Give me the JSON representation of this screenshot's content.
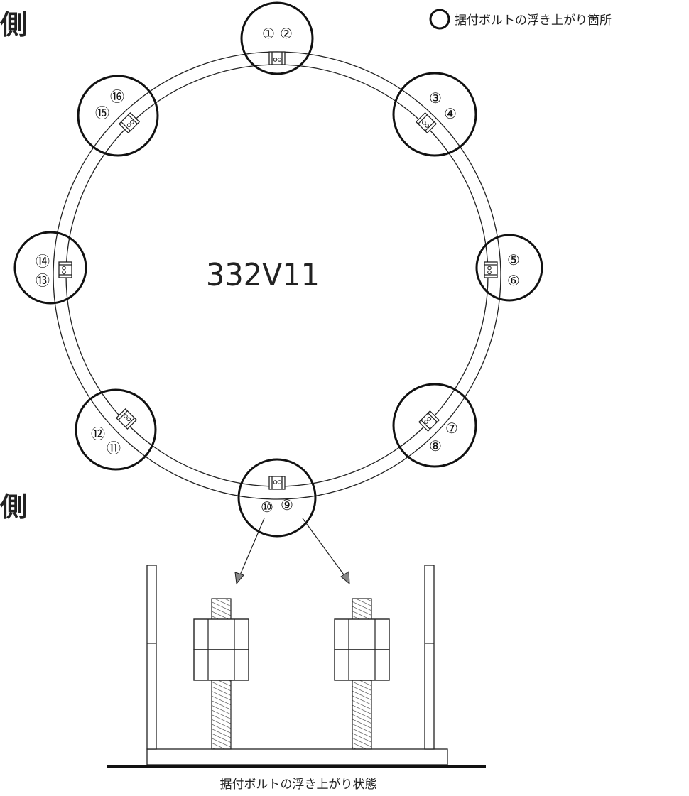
{
  "legend": {
    "label": "据付ボルトの浮き上がり箇所"
  },
  "side_labels": {
    "top": "側",
    "bottom": "側"
  },
  "center_label": "332V11",
  "bottom_caption": "据付ボルトの浮き上がり状態",
  "bolt_groups": [
    {
      "id": "top",
      "labels": [
        "①",
        "②"
      ]
    },
    {
      "id": "upper-right",
      "labels": [
        "③",
        "④"
      ]
    },
    {
      "id": "right",
      "labels": [
        "⑤",
        "⑥"
      ]
    },
    {
      "id": "lower-right",
      "labels": [
        "⑦",
        "⑧"
      ]
    },
    {
      "id": "bottom",
      "labels": [
        "⑩",
        "⑨"
      ]
    },
    {
      "id": "lower-left",
      "labels": [
        "⑫",
        "⑪"
      ]
    },
    {
      "id": "left",
      "labels": [
        "⑭",
        "⑬"
      ]
    },
    {
      "id": "upper-left",
      "labels": [
        "⑯",
        "⑮"
      ]
    }
  ]
}
